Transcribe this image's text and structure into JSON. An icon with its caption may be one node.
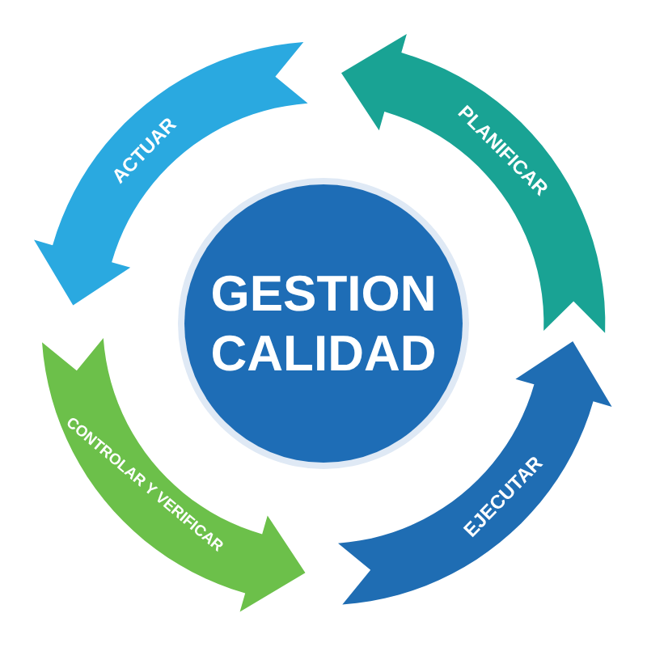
{
  "diagram": {
    "nodes": [
      {
        "text": [
          "GESTION CALIDAD"
        ]
      },
      {
        "text": [
          "PLANIFICAR"
        ]
      },
      {
        "text": [
          "ACTUAR"
        ]
      },
      {
        "text": [
          "CONTROLAR Y VERIFICAR"
        ]
      },
      {
        "text": [
          "EJECUTAR"
        ]
      }
    ]
  }
}
